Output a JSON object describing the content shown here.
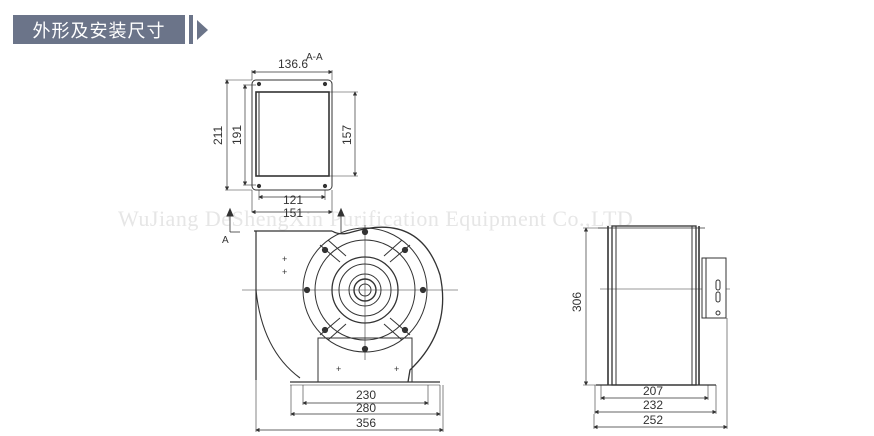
{
  "header": {
    "title": "外形及安装尺寸",
    "accent_color": "#6b7489"
  },
  "watermark": "WuJiang DeShengXin Purification Equipment Co.,LTD",
  "section_view": {
    "label": "A-A",
    "dims": {
      "top_width": "136.6",
      "outer_height": "211",
      "inner_height": "191",
      "right_height": "157",
      "inner_width": "121",
      "outer_width": "151"
    }
  },
  "front_view": {
    "section_marker": "A",
    "dims": {
      "inner_base": "230",
      "mid_base": "280",
      "overall_width": "356"
    }
  },
  "side_view": {
    "dims": {
      "height": "306",
      "inner_width": "207",
      "mid_width": "232",
      "overall_width": "252"
    }
  }
}
